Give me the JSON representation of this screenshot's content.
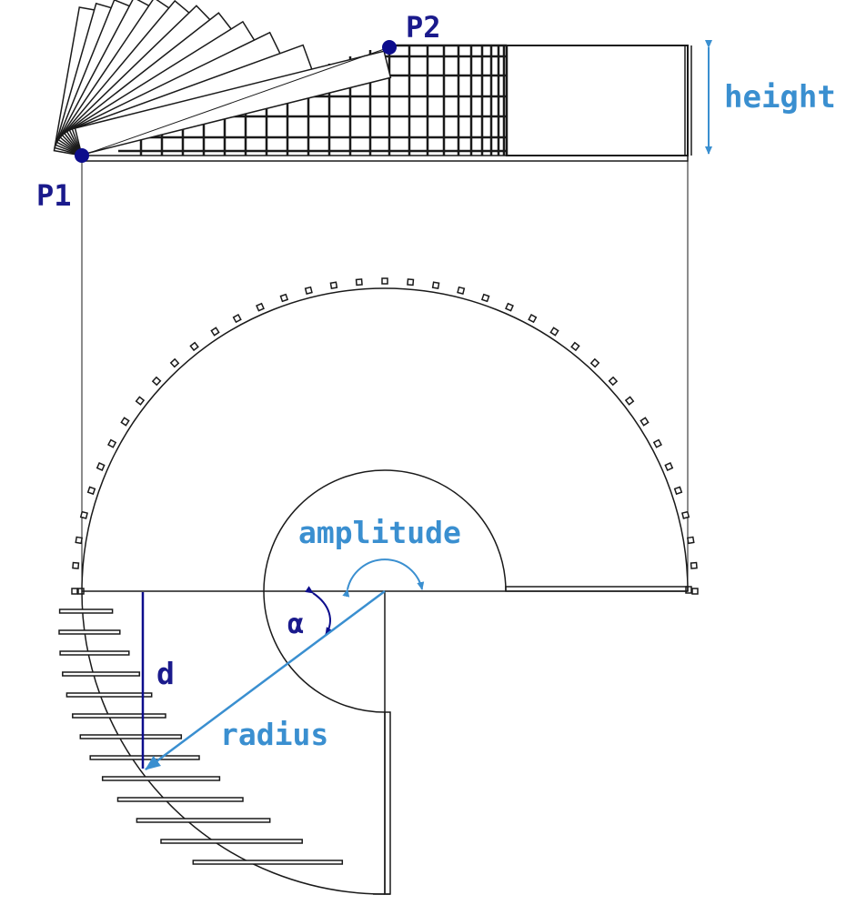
{
  "labels": {
    "p1": "P1",
    "p2": "P2",
    "height": "height",
    "amplitude": "amplitude",
    "alpha": "α",
    "d": "d",
    "radius": "radius"
  },
  "colors": {
    "line": "#1a1a1a",
    "point": "#0d0d8c",
    "label_dark": "#1a1a8c",
    "label_blue": "#3a8fd0",
    "arrow_blue": "#3a8fd0"
  }
}
